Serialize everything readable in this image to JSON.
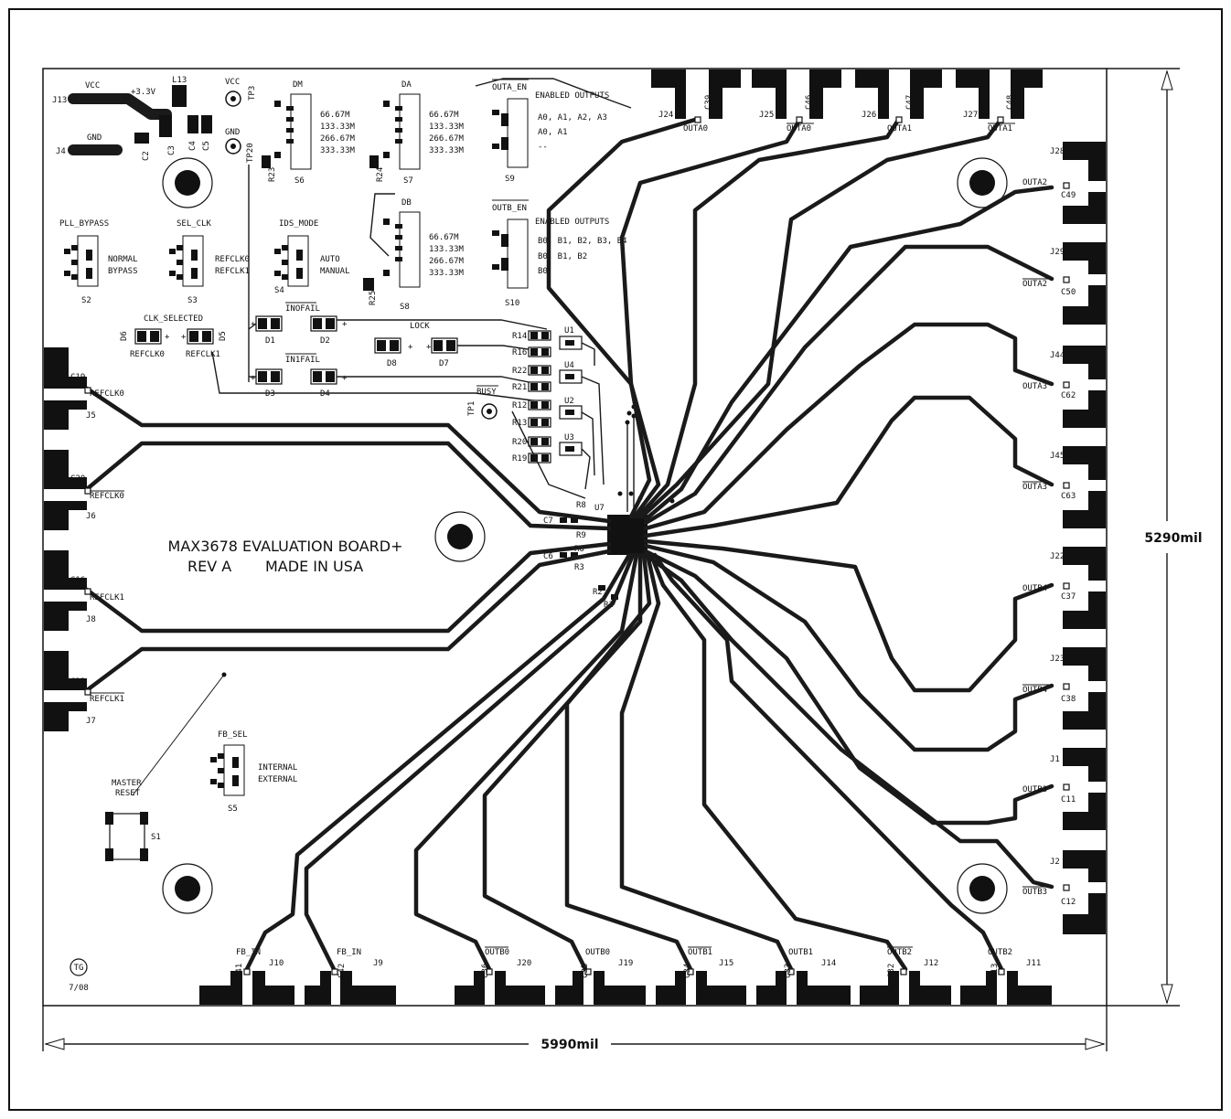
{
  "board": {
    "title": "MAX3678 EVALUATION BOARD+",
    "rev": "REV A",
    "made": "MADE IN USA",
    "initials": "TG",
    "date": "7/08"
  },
  "dimensions": {
    "width": "5990mil",
    "height": "5290mil"
  },
  "power": {
    "vcc": "VCC",
    "v33": "+3.3V",
    "gnd": "GND",
    "tp3": "TP3",
    "tp20": "TP20",
    "tp1": "TP1",
    "busy": "BUSY"
  },
  "switches": {
    "dm": {
      "title": "DM",
      "ref": "S6",
      "options": [
        "66.67M",
        "133.33M",
        "266.67M",
        "333.33M"
      ]
    },
    "da": {
      "title": "DA",
      "ref": "S7",
      "options": [
        "66.67M",
        "133.33M",
        "266.67M",
        "333.33M"
      ]
    },
    "db": {
      "title": "DB",
      "ref": "S8",
      "options": [
        "66.67M",
        "133.33M",
        "266.67M",
        "333.33M"
      ]
    },
    "outa_en": {
      "title": "OUTA_EN",
      "ref": "S9",
      "header": "ENABLED OUTPUTS",
      "options": [
        "A0, A1, A2, A3",
        "A0, A1",
        "--"
      ]
    },
    "outb_en": {
      "title": "OUTB_EN",
      "ref": "S10",
      "header": "ENABLED OUTPUTS",
      "options": [
        "B0, B1, B2, B3, B4",
        "B0, B1, B2",
        "B0"
      ]
    },
    "pll": {
      "title": "PLL_BYPASS",
      "ref": "S2",
      "options": [
        "NORMAL",
        "BYPASS"
      ]
    },
    "sel": {
      "title": "SEL_CLK",
      "ref": "S3",
      "options": [
        "REFCLK0",
        "REFCLK1"
      ]
    },
    "ids": {
      "title": "IDS_MODE",
      "ref": "S4",
      "options": [
        "AUTO",
        "MANUAL"
      ]
    },
    "fb": {
      "title": "FB_SEL",
      "ref": "S5",
      "options": [
        "INTERNAL",
        "EXTERNAL"
      ]
    },
    "reset": {
      "title1": "MASTER",
      "title2": "RESET",
      "ref": "S1"
    }
  },
  "indicators": {
    "clk_selected": "CLK_SELECTED",
    "refclk0": "REFCLK0",
    "refclk1": "REFCLK1",
    "inofail": "INOFAIL",
    "in1fail": "IN1FAIL",
    "lock": "LOCK"
  },
  "components": {
    "diodes": [
      "D1",
      "D2",
      "D3",
      "D4",
      "D5",
      "D6",
      "D7",
      "D8"
    ],
    "resistors": [
      "R14",
      "R16",
      "R22",
      "R21",
      "R12",
      "R13",
      "R20",
      "R19",
      "R8",
      "R9",
      "R6",
      "R3",
      "R2",
      "R1",
      "R23",
      "R24",
      "R25"
    ],
    "ics": [
      "U1",
      "U4",
      "U2",
      "U3",
      "U7"
    ],
    "caps_top": [
      "L13",
      "C3",
      "C4",
      "C5",
      "C2",
      "C7",
      "C6"
    ],
    "plus": "+"
  },
  "connectors": {
    "left": [
      {
        "j": "J5",
        "c": "C19",
        "sig": "REFCLK0"
      },
      {
        "j": "J6",
        "c": "C20",
        "sig": "REFCLK0"
      },
      {
        "j": "J8",
        "c": "C16",
        "sig": "REFCLK1"
      },
      {
        "j": "J7",
        "c": "C22",
        "sig": "REFCLK1"
      }
    ],
    "top": [
      {
        "j": "J24",
        "c": "C39",
        "sig": "OUTA0"
      },
      {
        "j": "J25",
        "c": "C46",
        "sig": "OUTA0"
      },
      {
        "j": "J26",
        "c": "C47",
        "sig": "OUTA1"
      },
      {
        "j": "J27",
        "c": "C48",
        "sig": "OUTA1"
      }
    ],
    "topleft": [
      {
        "j": "J13"
      },
      {
        "j": "J4"
      }
    ],
    "right": [
      {
        "j": "J28",
        "c": "C49",
        "sig": "OUTA2"
      },
      {
        "j": "J29",
        "c": "C50",
        "sig": "OUTA2"
      },
      {
        "j": "J44",
        "c": "C62",
        "sig": "OUTA3"
      },
      {
        "j": "J45",
        "c": "C63",
        "sig": "OUTA3"
      },
      {
        "j": "J22",
        "c": "C37",
        "sig": "OUTB4"
      },
      {
        "j": "J23",
        "c": "C38",
        "sig": "OUTB4"
      },
      {
        "j": "J1",
        "c": "C11",
        "sig": "OUTB3"
      },
      {
        "j": "J2",
        "c": "C12",
        "sig": "OUTB3"
      }
    ],
    "bottom": [
      {
        "j": "J10",
        "c": "C41",
        "sig": "FB_IN"
      },
      {
        "j": "J9",
        "c": "C42",
        "sig": "FB_IN"
      },
      {
        "j": "J20",
        "c": "C36",
        "sig": "OUTB0"
      },
      {
        "j": "J19",
        "c": "C35",
        "sig": "OUTB0"
      },
      {
        "j": "J15",
        "c": "C34",
        "sig": "OUTB1"
      },
      {
        "j": "J14",
        "c": "C33",
        "sig": "OUTB1"
      },
      {
        "j": "J12",
        "c": "C32",
        "sig": "OUTB2"
      },
      {
        "j": "J11",
        "c": "C13",
        "sig": "OUTB2"
      }
    ]
  },
  "colors": {
    "ink": "#111111",
    "paper": "#ffffff"
  }
}
